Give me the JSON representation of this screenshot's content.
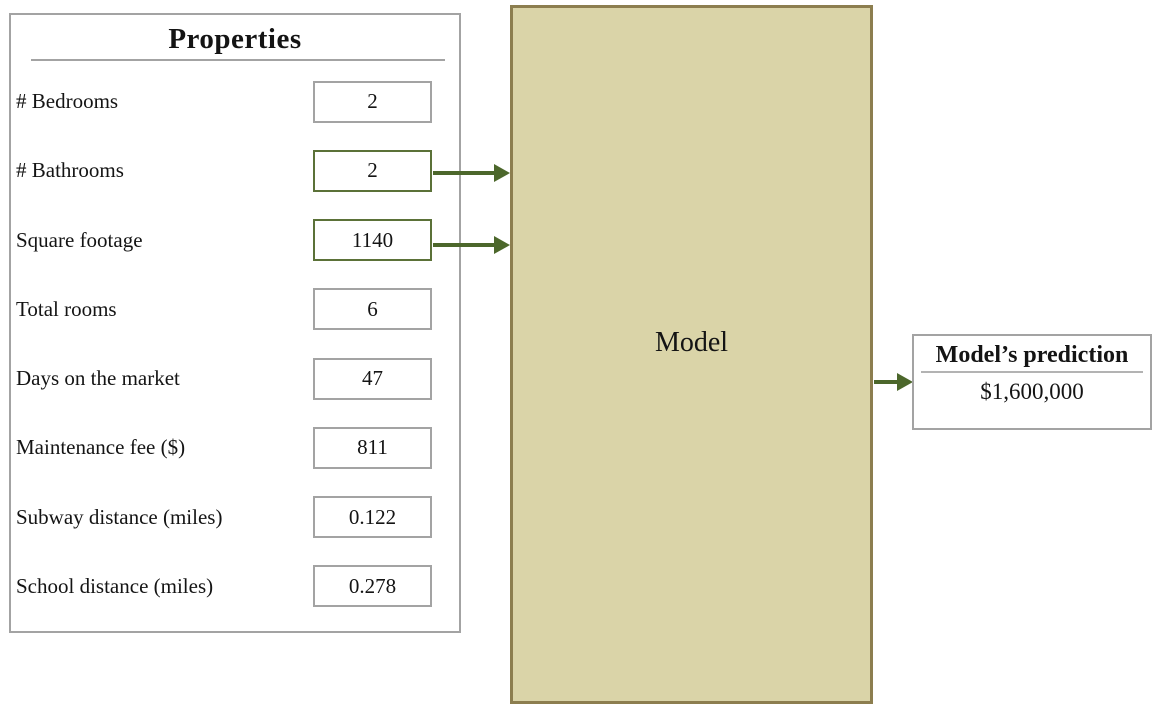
{
  "colors": {
    "border_gray": "#a3a3a3",
    "accent_green": "#4c672b",
    "highlight_green": "#5b7138",
    "model_fill": "#dad4a8",
    "model_border": "#8c7e4f",
    "text": "#141414"
  },
  "properties": {
    "title": "Properties",
    "rows": [
      {
        "label": "# Bedrooms",
        "value": "2",
        "highlighted": false
      },
      {
        "label": "# Bathrooms",
        "value": "2",
        "highlighted": true
      },
      {
        "label": "Square footage",
        "value": "1140",
        "highlighted": true
      },
      {
        "label": "Total rooms",
        "value": "6",
        "highlighted": false
      },
      {
        "label": "Days on the market",
        "value": "47",
        "highlighted": false
      },
      {
        "label": "Maintenance fee ($)",
        "value": "811",
        "highlighted": false
      },
      {
        "label": "Subway distance (miles)",
        "value": "0.122",
        "highlighted": false
      },
      {
        "label": "School distance (miles)",
        "value": "0.278",
        "highlighted": false
      }
    ]
  },
  "model": {
    "label": "Model"
  },
  "prediction": {
    "title": "Model’s prediction",
    "value": "$1,600,000"
  }
}
